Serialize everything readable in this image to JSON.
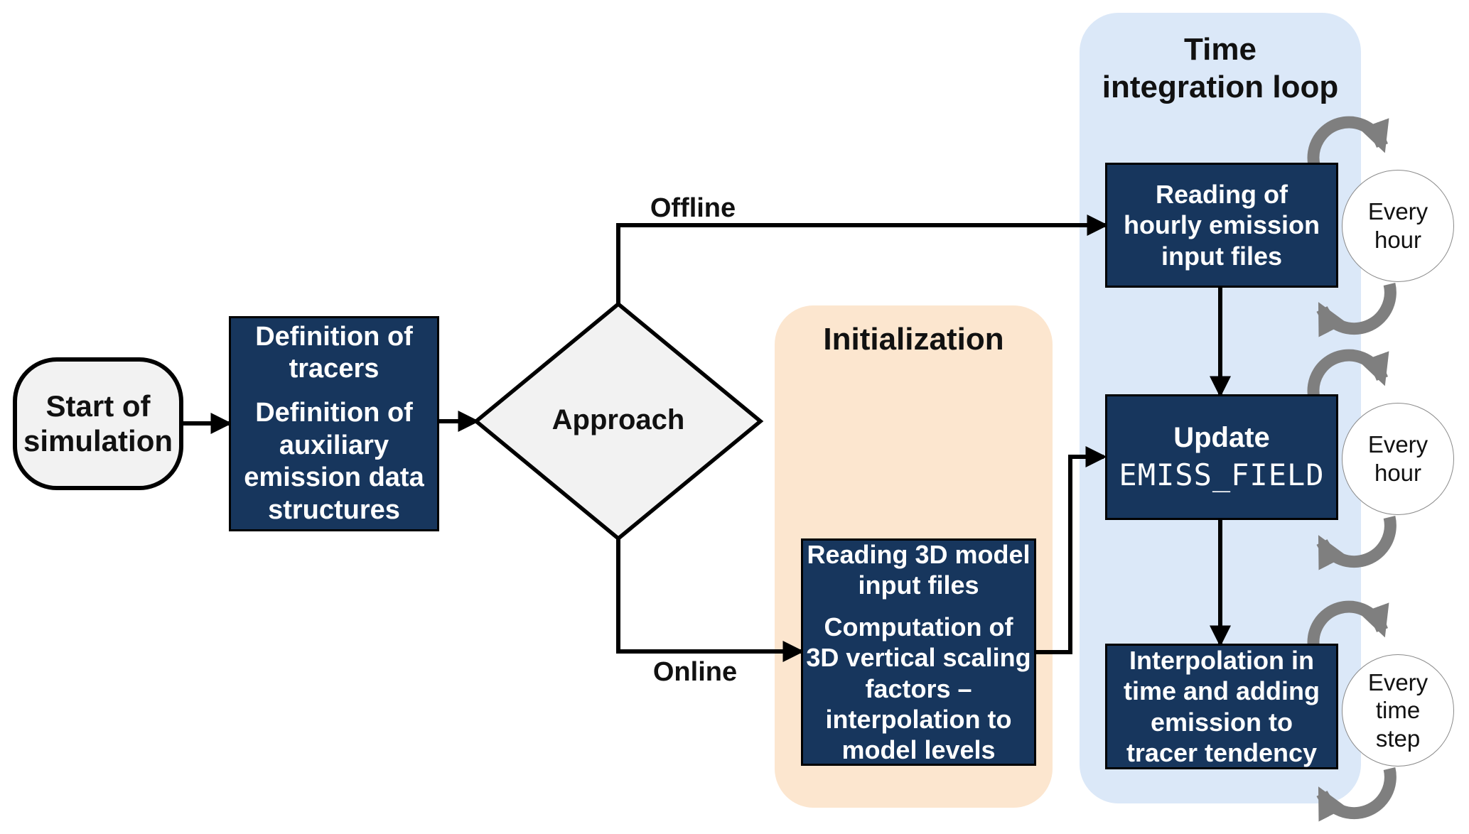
{
  "nodes": {
    "start": {
      "label": "Start of simulation"
    },
    "definition": {
      "para1": "Definition of tracers",
      "para2": "Definition of auxiliary emission data structures"
    },
    "decision": {
      "label": "Approach"
    }
  },
  "branches": {
    "offline": "Offline",
    "online": "Online"
  },
  "panels": {
    "initialization": {
      "title": "Initialization",
      "node": {
        "para1": "Reading 3D model input files",
        "para2": "Computation of 3D vertical scaling factors – interpolation to model levels"
      }
    },
    "time_loop": {
      "title_line1": "Time",
      "title_line2": "integration loop",
      "nodes": [
        {
          "label": "Reading of hourly emission input files",
          "badge": "Every hour"
        },
        {
          "title_line": "Update",
          "code": "EMISS_FIELD",
          "badge": "Every hour"
        },
        {
          "label": "Interpolation in time and adding emission to tracer tendency",
          "badge": "Every time step"
        }
      ]
    }
  },
  "colors": {
    "node_navy": "#17365d",
    "panel_blue": "#dbe8f8",
    "panel_peach": "#fce6cf",
    "node_gray": "#f2f2f2",
    "loop_arrow_gray": "#7f7f7f",
    "connector_black": "#000000",
    "text_white": "#ffffff",
    "text_black": "#111111"
  }
}
